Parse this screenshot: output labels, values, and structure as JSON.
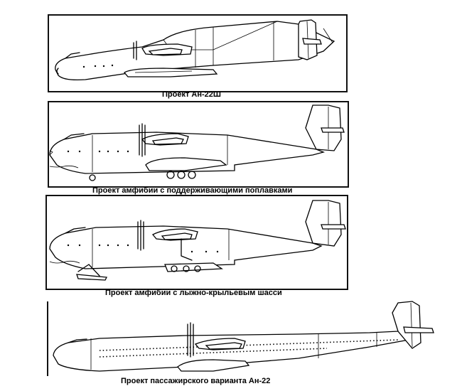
{
  "figure": {
    "captions": [
      "Проект Ан-22Ш",
      "Проект амфибии с поддерживающими поплавками",
      "Проект амфибии с лыжно-крыльевым шасси",
      "Проект пассажирского варианта Ан-22"
    ]
  }
}
